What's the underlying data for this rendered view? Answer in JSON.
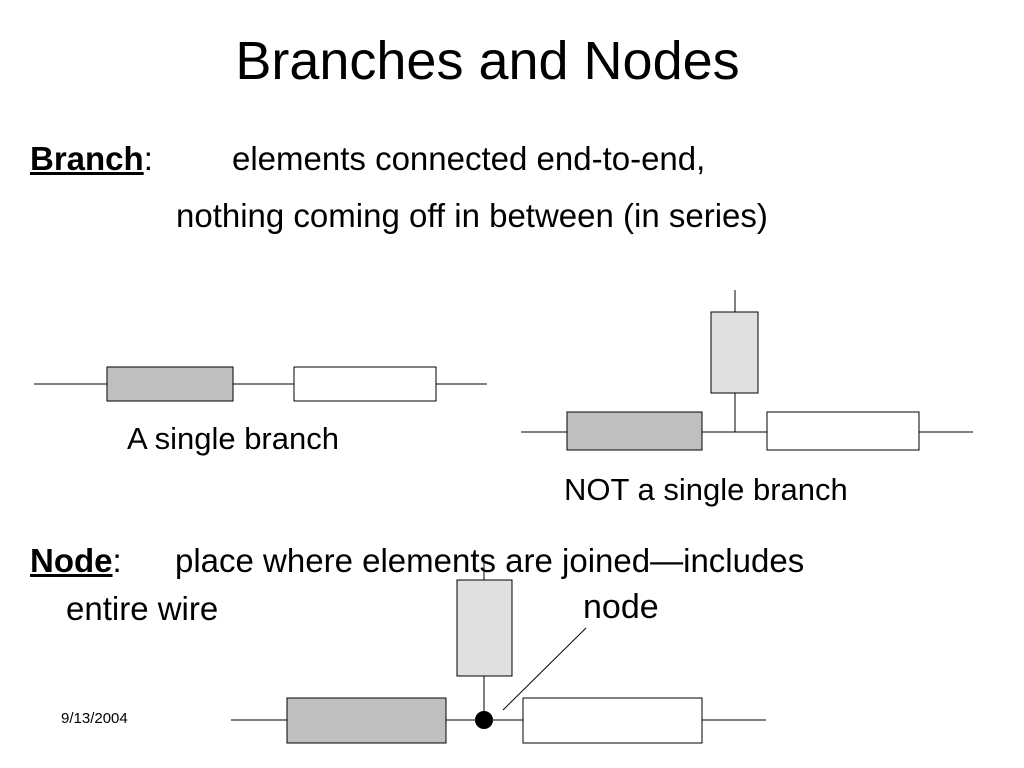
{
  "slide": {
    "title": "Branches and Nodes",
    "branch": {
      "term": "Branch",
      "colon": ":",
      "line1": "elements connected end-to-end,",
      "line2": "nothing coming off in between (in series)"
    },
    "node": {
      "term": "Node",
      "colon": ":",
      "line1": "place where elements are joined—includes",
      "line2": "entire wire"
    },
    "captions": {
      "single": "A single branch",
      "not_single": "NOT a single branch",
      "node_label": "node"
    },
    "footer_date": "9/13/2004"
  },
  "colors": {
    "element_gray": "#bfbfbf",
    "element_light": "#e0e0e0",
    "element_white": "#ffffff",
    "stroke": "#000000"
  }
}
